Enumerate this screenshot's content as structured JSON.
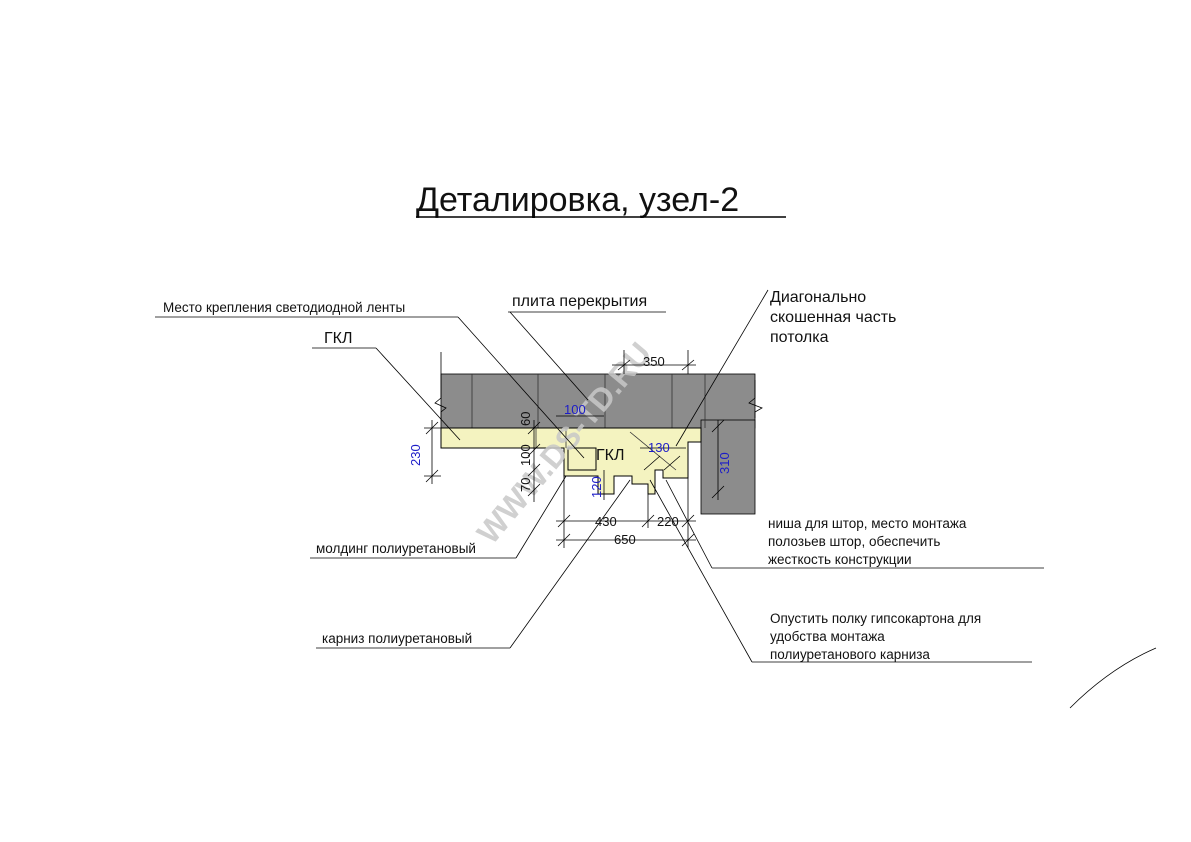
{
  "title": "Деталировка, узел-2",
  "labels": {
    "led_mount": "Место крепления светодиодной ленты",
    "slab": "плита перекрытия",
    "gkl_top": "ГКЛ",
    "gkl_inner": "ГКЛ",
    "diagonal_1": "Диагонально",
    "diagonal_2": "скошенная часть",
    "diagonal_3": "потолка",
    "molding": "молдинг полиуретановый",
    "cornice": "карниз полиуретановый",
    "niche_1": "ниша для штор, место монтажа",
    "niche_2": "полозьев штор, обеспечить",
    "niche_3": "жесткость конструкции",
    "lower_1": "Опустить полку гипсокартона для",
    "lower_2": "удобства монтажа",
    "lower_3": "полиуретанового  карниза"
  },
  "dimensions": {
    "d350": "350",
    "d100_blue": "100",
    "d60": "60",
    "d100": "100",
    "d70": "70",
    "d230": "230",
    "d130": "130",
    "d310": "310",
    "d120": "120",
    "d430": "430",
    "d220": "220",
    "d650": "650"
  },
  "watermark": "WWW.DS-TD.RU",
  "colors": {
    "slab": "#8c8c8c",
    "gkl": "#f4f3c0",
    "dimension_blue": "#1c1cc8"
  }
}
